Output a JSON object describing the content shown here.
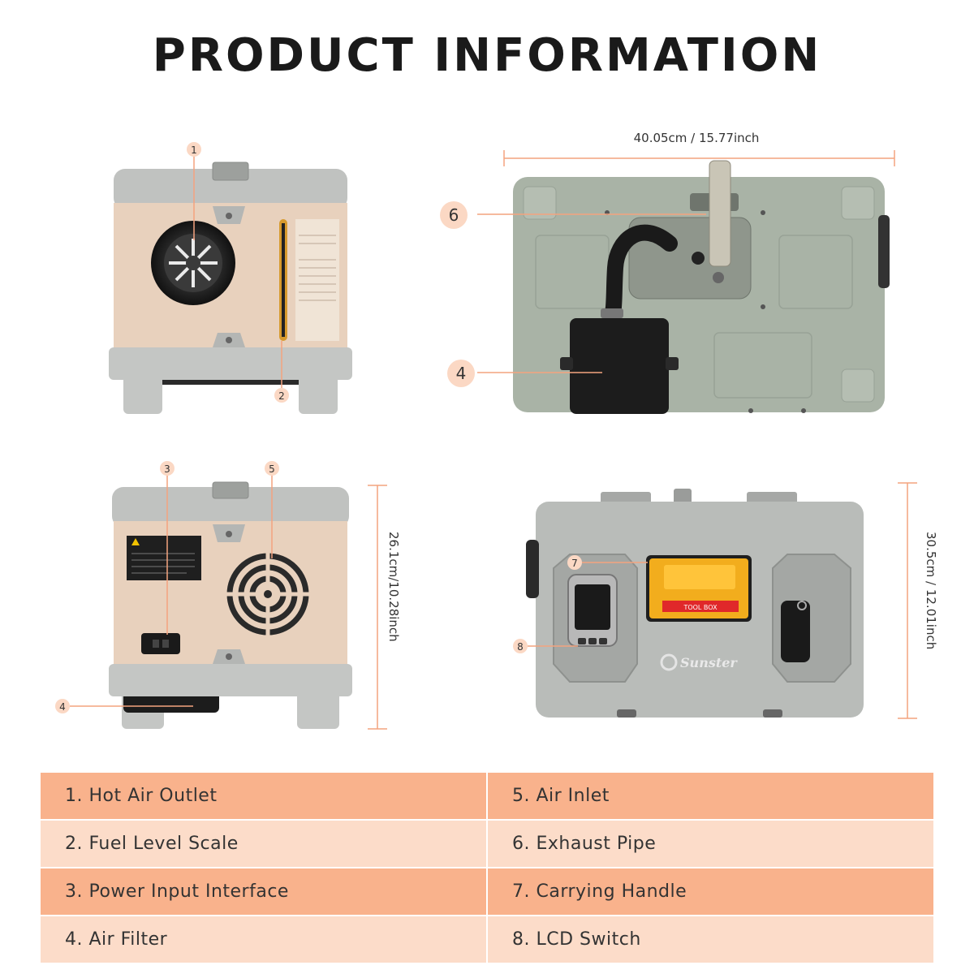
{
  "title": "PRODUCT INFORMATION",
  "dimensions": {
    "width": "40.05cm / 15.77inch",
    "height": "26.1cm/10.28inch",
    "depth": "30.5cm / 12.01inch"
  },
  "callout_numbers": [
    "1",
    "2",
    "3",
    "4",
    "5",
    "6",
    "7",
    "8"
  ],
  "product_labels": {
    "tool_box": "TOOL BOX",
    "brand": "Sunster"
  },
  "colors": {
    "accent": "#f4a37f",
    "row_dark": "#f9b28c",
    "row_light": "#fcdcc9",
    "device_grey": "#b9bcb9",
    "device_beige": "#e9d3bf",
    "device_sage": "#a9b3a6"
  },
  "legend": [
    [
      "1. Hot Air Outlet",
      "5. Air Inlet"
    ],
    [
      "2. Fuel Level Scale",
      "6. Exhaust Pipe"
    ],
    [
      "3. Power Input Interface",
      "7. Carrying Handle"
    ],
    [
      "4. Air Filter",
      "8. LCD Switch"
    ]
  ]
}
